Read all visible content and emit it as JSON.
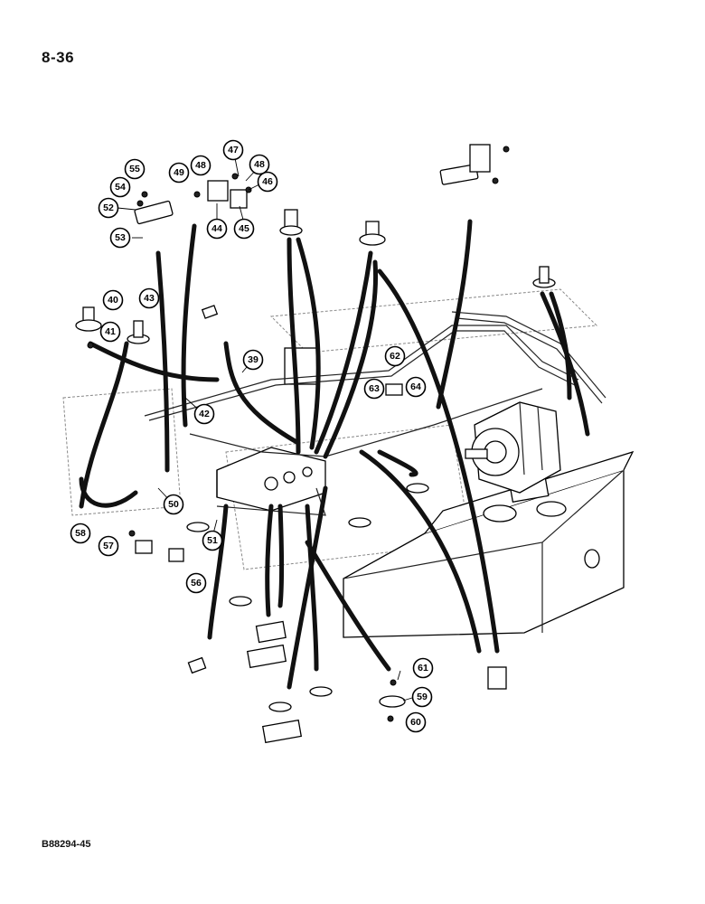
{
  "page": {
    "page_number": "8-36",
    "figure_code": "B88294-45"
  },
  "callouts": [
    {
      "label": "39"
    },
    {
      "label": "40"
    },
    {
      "label": "41"
    },
    {
      "label": "42"
    },
    {
      "label": "43"
    },
    {
      "label": "44"
    },
    {
      "label": "45"
    },
    {
      "label": "46"
    },
    {
      "label": "47"
    },
    {
      "label": "48"
    },
    {
      "label": "48"
    },
    {
      "label": "49"
    },
    {
      "label": "50"
    },
    {
      "label": "51"
    },
    {
      "label": "52"
    },
    {
      "label": "53"
    },
    {
      "label": "54"
    },
    {
      "label": "55"
    },
    {
      "label": "56"
    },
    {
      "label": "57"
    },
    {
      "label": "58"
    },
    {
      "label": "59"
    },
    {
      "label": "60"
    },
    {
      "label": "61"
    },
    {
      "label": "62"
    },
    {
      "label": "63"
    },
    {
      "label": "64"
    }
  ]
}
